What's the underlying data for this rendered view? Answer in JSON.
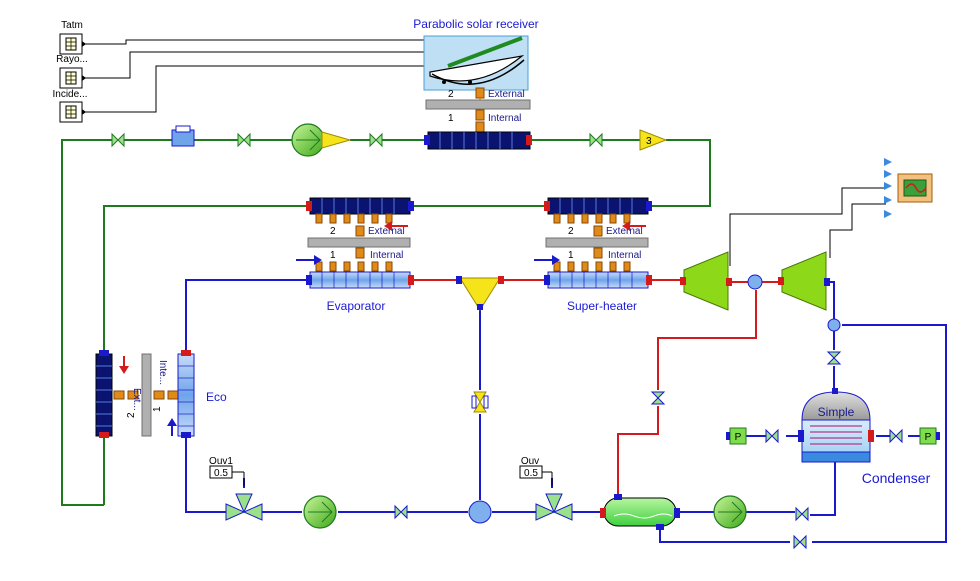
{
  "labels": {
    "parabolic": "Parabolic solar receiver",
    "evaporator": "Evaporator",
    "superheater": "Super-heater",
    "eco": "Eco",
    "condenser": "Condenser",
    "simple": "Simple"
  },
  "inputs": {
    "tatm": "Tatm",
    "rayo": "Rayo...",
    "incide": "Incide..."
  },
  "ports": {
    "external": "External",
    "internal": "Internal",
    "ext_short": "Ext...",
    "int_short": "Inte...",
    "n1": "1",
    "n2": "2",
    "n3": "3"
  },
  "valves": {
    "ouv1": "Ouv1",
    "ouv": "Ouv",
    "ouv1_value": "0.5",
    "ouv_value": "0.5"
  },
  "sources": {
    "p_left": "P",
    "p_right": "P"
  },
  "colors": {
    "green_line": "#1f7a1f",
    "blue_line": "#1a1acc",
    "red_line": "#d41a1a",
    "black_line": "#000000",
    "hx_dark": "#0a1470",
    "hx_light": "#7fb0ee",
    "port_orange": "#e08a1a",
    "turbine": "#8ed81a",
    "pump": "#7fdc4a",
    "yellow": "#f5e41a"
  }
}
